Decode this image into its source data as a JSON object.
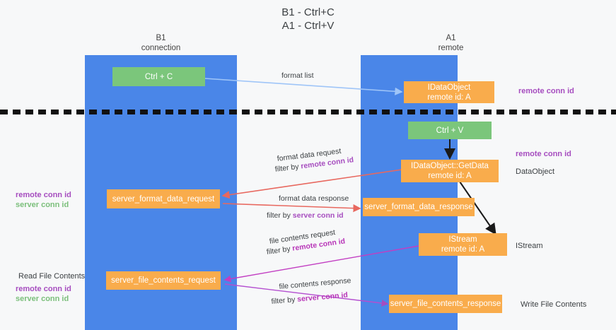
{
  "title": {
    "line1": "B1 - Ctrl+C",
    "line2": "A1 - Ctrl+V"
  },
  "lanes": [
    {
      "id": "b1",
      "name": "B1",
      "sub": "connection"
    },
    {
      "id": "a1",
      "name": "A1",
      "sub": "remote"
    }
  ],
  "nodes": {
    "ctrl_c": {
      "line1": "Ctrl + C",
      "line2": ""
    },
    "idataobject": {
      "line1": "IDataObject",
      "line2": "remote id: A"
    },
    "ctrl_v": {
      "line1": "Ctrl + V",
      "line2": ""
    },
    "getdata": {
      "line1": "IDataObject::GetData",
      "line2": "remote id: A"
    },
    "server_format_data_request": {
      "line1": "server_format_data_request",
      "line2": ""
    },
    "server_format_data_response": {
      "line1": "server_format_data_response",
      "line2": ""
    },
    "istream": {
      "line1": "IStream",
      "line2": "remote id: A"
    },
    "server_file_contents_request": {
      "line1": "server_file_contents_request",
      "line2": ""
    },
    "server_file_contents_response": {
      "line1": "server_file_contents_response",
      "line2": ""
    }
  },
  "edge_labels": {
    "format_list": "format list",
    "format_data_request": "format data request",
    "format_data_request_filter_prefix": "filter by ",
    "format_data_request_filter_key": "remote conn id",
    "format_data_response": "format data response",
    "format_data_response_filter_prefix": "filter by ",
    "format_data_response_filter_key": "server conn id",
    "file_contents_request": "file contents request",
    "file_contents_request_filter_prefix": "filter by ",
    "file_contents_request_filter_key": "remote conn id",
    "file_contents_response": "file contents response",
    "file_contents_response_filter_prefix": "filter by ",
    "file_contents_response_filter_key": "server conn id"
  },
  "annotations": {
    "right_remote_conn_id_top": "remote conn id",
    "right_remote_conn_id_mid": "remote conn id",
    "right_dataobject": "DataObject",
    "right_istream": "IStream",
    "right_write_file_contents": "Write File Contents",
    "left_remote_conn_id": "remote conn id",
    "left_server_conn_id": "server conn id",
    "left_read_file_contents": "Read File Contents",
    "left_remote_conn_id_2": "remote conn id",
    "left_server_conn_id_2": "server conn id"
  },
  "colors": {
    "lane": "#4a86e8",
    "node_green": "#7bc67b",
    "node_orange": "#f9ac4c",
    "background": "#f7f8f9",
    "arrow_blue": "#9fc5f8",
    "arrow_red": "#e8685f",
    "arrow_magenta": "#c23ec2",
    "arrow_purple": "#a64dbf",
    "arrow_black": "#1a1a1a",
    "text_purple": "#a64dbf",
    "text_green": "#7bbf7b",
    "divider": "#111111"
  }
}
